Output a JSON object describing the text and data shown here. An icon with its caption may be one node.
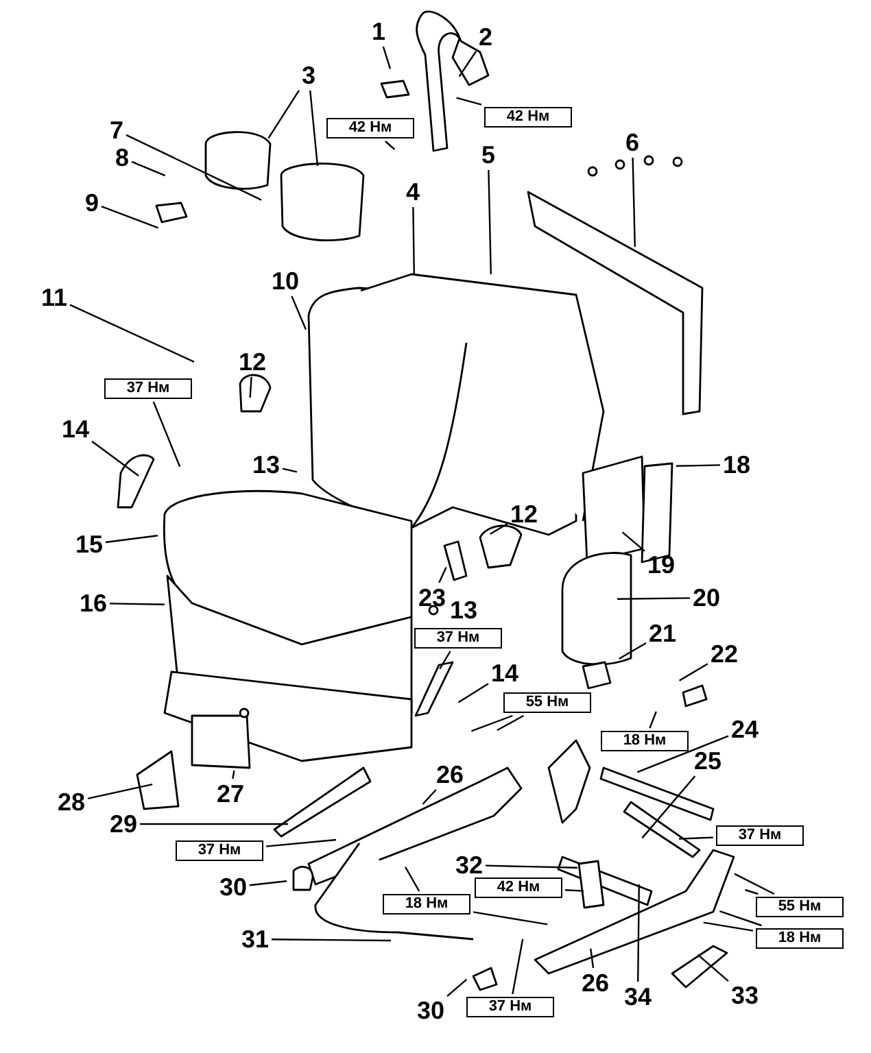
{
  "diagram": {
    "nodes": [
      {
        "text": [
          "1"
        ]
      },
      {
        "text": [
          "2"
        ]
      },
      {
        "text": [
          "42 Нм"
        ]
      },
      {
        "text": [
          "42 Нм"
        ]
      },
      {
        "text": [
          "3"
        ]
      },
      {
        "text": [
          "7"
        ]
      },
      {
        "text": [
          "8"
        ]
      },
      {
        "text": [
          "9"
        ]
      },
      {
        "text": [
          "6"
        ]
      },
      {
        "text": [
          "5"
        ]
      },
      {
        "text": [
          "4"
        ]
      },
      {
        "text": [
          "10"
        ]
      },
      {
        "text": [
          "11"
        ]
      },
      {
        "text": [
          "12"
        ]
      },
      {
        "text": [
          "37 Нм"
        ]
      },
      {
        "text": [
          "14"
        ]
      },
      {
        "text": [
          "13"
        ]
      },
      {
        "text": [
          "15"
        ]
      },
      {
        "text": [
          "16"
        ]
      },
      {
        "text": [
          "12"
        ]
      },
      {
        "text": [
          "23"
        ]
      },
      {
        "text": [
          "13"
        ]
      },
      {
        "text": [
          "18"
        ]
      },
      {
        "text": [
          "19"
        ]
      },
      {
        "text": [
          "20"
        ]
      },
      {
        "text": [
          "21"
        ]
      },
      {
        "text": [
          "22"
        ]
      },
      {
        "text": [
          "37 Нм"
        ]
      },
      {
        "text": [
          "14"
        ]
      },
      {
        "text": [
          "55 Нм"
        ]
      },
      {
        "text": [
          "18 Нм"
        ]
      },
      {
        "text": [
          "24"
        ]
      },
      {
        "text": [
          "25"
        ]
      },
      {
        "text": [
          "26"
        ]
      },
      {
        "text": [
          "28"
        ]
      },
      {
        "text": [
          "27"
        ]
      },
      {
        "text": [
          "29"
        ]
      },
      {
        "text": [
          "37 Нм"
        ]
      },
      {
        "text": [
          "37 Нм"
        ]
      },
      {
        "text": [
          "30"
        ]
      },
      {
        "text": [
          "32"
        ]
      },
      {
        "text": [
          "42 Нм"
        ]
      },
      {
        "text": [
          "18 Нм"
        ]
      },
      {
        "text": [
          "55 Нм"
        ]
      },
      {
        "text": [
          "31"
        ]
      },
      {
        "text": [
          "18 Нм"
        ]
      },
      {
        "text": [
          "26"
        ]
      },
      {
        "text": [
          "34"
        ]
      },
      {
        "text": [
          "33"
        ]
      },
      {
        "text": [
          "30"
        ]
      },
      {
        "text": [
          "37 Нм"
        ]
      }
    ],
    "edges": [
      {
        "from": 0,
        "to": null,
        "arrow": "none"
      },
      {
        "from": 1,
        "to": null,
        "arrow": "none"
      },
      {
        "from": 2,
        "to": null,
        "arrow": "none"
      },
      {
        "from": 3,
        "to": null,
        "arrow": "none"
      },
      {
        "from": 4,
        "to": null,
        "arrow": "none"
      },
      {
        "from": 4,
        "to": null,
        "arrow": "none"
      },
      {
        "from": 5,
        "to": null,
        "arrow": "none"
      },
      {
        "from": 6,
        "to": null,
        "arrow": "none"
      },
      {
        "from": 7,
        "to": null,
        "arrow": "none"
      },
      {
        "from": 8,
        "to": null,
        "arrow": "none"
      },
      {
        "from": 9,
        "to": null,
        "arrow": "none"
      },
      {
        "from": 10,
        "to": null,
        "arrow": "none"
      },
      {
        "from": 11,
        "to": null,
        "arrow": "none"
      },
      {
        "from": 12,
        "to": null,
        "arrow": "none"
      },
      {
        "from": 13,
        "to": null,
        "arrow": "none"
      },
      {
        "from": 14,
        "to": null,
        "arrow": "none"
      },
      {
        "from": 15,
        "to": null,
        "arrow": "none"
      },
      {
        "from": 16,
        "to": null,
        "arrow": "none"
      },
      {
        "from": 17,
        "to": null,
        "arrow": "none"
      },
      {
        "from": 18,
        "to": null,
        "arrow": "none"
      },
      {
        "from": 19,
        "to": null,
        "arrow": "none"
      },
      {
        "from": 20,
        "to": null,
        "arrow": "none"
      },
      {
        "from": 22,
        "to": null,
        "arrow": "none"
      },
      {
        "from": 23,
        "to": null,
        "arrow": "none"
      },
      {
        "from": 24,
        "to": null,
        "arrow": "none"
      },
      {
        "from": 25,
        "to": null,
        "arrow": "none"
      },
      {
        "from": 26,
        "to": null,
        "arrow": "none"
      },
      {
        "from": 27,
        "to": null,
        "arrow": "none"
      },
      {
        "from": 28,
        "to": null,
        "arrow": "none"
      },
      {
        "from": 29,
        "to": null,
        "arrow": "none"
      },
      {
        "from": 29,
        "to": null,
        "arrow": "none"
      },
      {
        "from": 30,
        "to": null,
        "arrow": "none"
      },
      {
        "from": 31,
        "to": null,
        "arrow": "none"
      },
      {
        "from": 32,
        "to": null,
        "arrow": "none"
      },
      {
        "from": 33,
        "to": null,
        "arrow": "none"
      },
      {
        "from": 34,
        "to": null,
        "arrow": "none"
      },
      {
        "from": 35,
        "to": null,
        "arrow": "none"
      },
      {
        "from": 36,
        "to": null,
        "arrow": "none"
      },
      {
        "from": 37,
        "to": null,
        "arrow": "none"
      },
      {
        "from": 38,
        "to": null,
        "arrow": "none"
      },
      {
        "from": 39,
        "to": null,
        "arrow": "none"
      },
      {
        "from": 40,
        "to": null,
        "arrow": "none"
      },
      {
        "from": 41,
        "to": null,
        "arrow": "none"
      },
      {
        "from": 42,
        "to": null,
        "arrow": "none"
      },
      {
        "from": 42,
        "to": null,
        "arrow": "none"
      },
      {
        "from": 43,
        "to": null,
        "arrow": "none"
      },
      {
        "from": 43,
        "to": null,
        "arrow": "none"
      },
      {
        "from": 44,
        "to": null,
        "arrow": "none"
      },
      {
        "from": 45,
        "to": null,
        "arrow": "none"
      },
      {
        "from": 45,
        "to": null,
        "arrow": "none"
      },
      {
        "from": 46,
        "to": null,
        "arrow": "none"
      },
      {
        "from": 47,
        "to": null,
        "arrow": "none"
      },
      {
        "from": 48,
        "to": null,
        "arrow": "none"
      },
      {
        "from": 49,
        "to": null,
        "arrow": "none"
      },
      {
        "from": 50,
        "to": null,
        "arrow": "none"
      }
    ]
  }
}
